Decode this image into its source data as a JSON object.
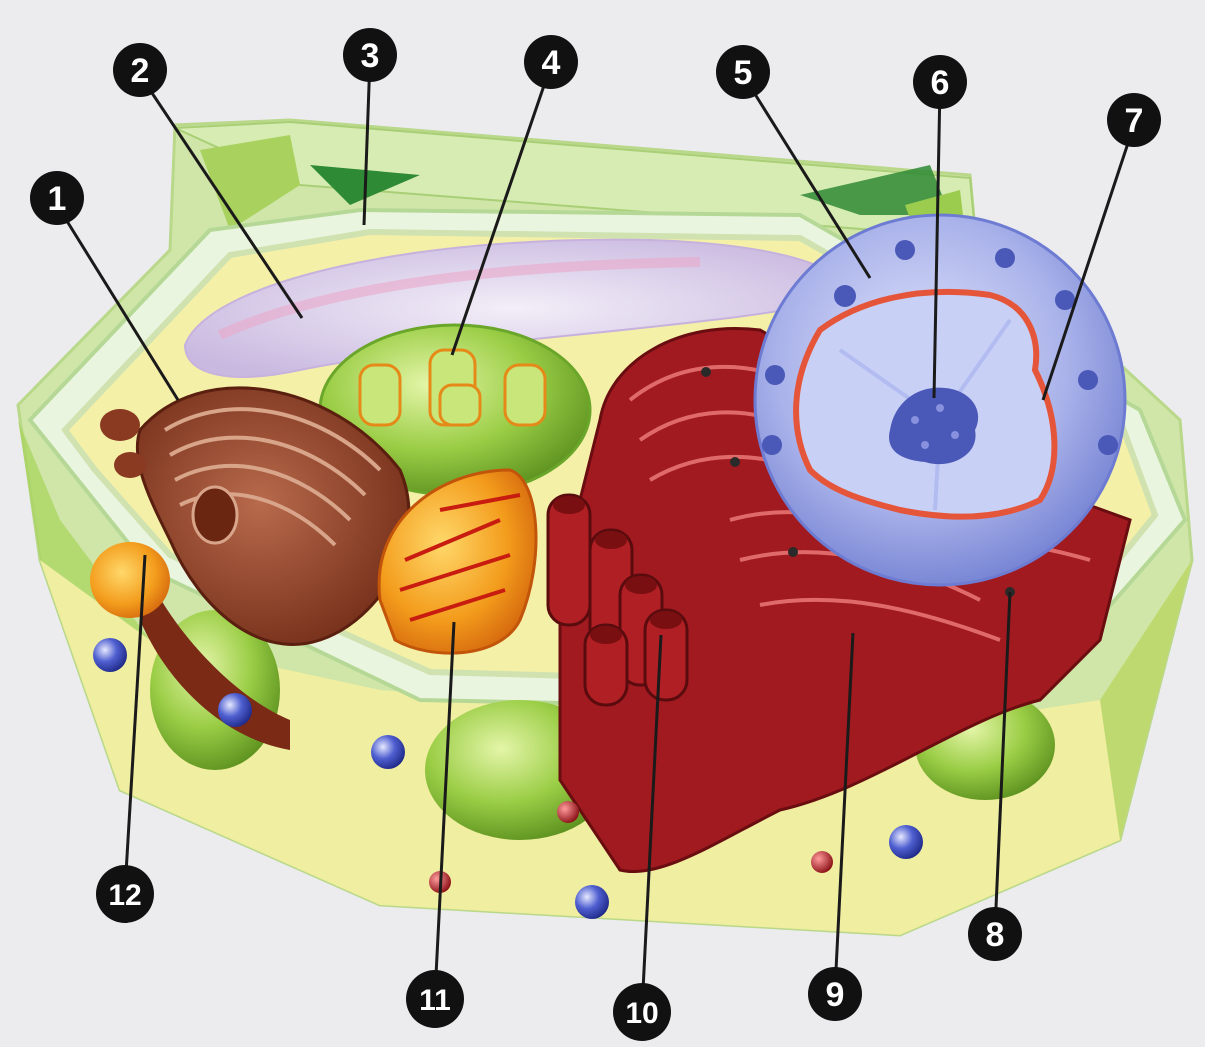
{
  "diagram": {
    "markers": [
      {
        "id": "m1",
        "label": "1"
      },
      {
        "id": "m2",
        "label": "2"
      },
      {
        "id": "m3",
        "label": "3"
      },
      {
        "id": "m4",
        "label": "4"
      },
      {
        "id": "m5",
        "label": "5"
      },
      {
        "id": "m6",
        "label": "6"
      },
      {
        "id": "m7",
        "label": "7"
      },
      {
        "id": "m8",
        "label": "8"
      },
      {
        "id": "m9",
        "label": "9"
      },
      {
        "id": "m10",
        "label": "10"
      },
      {
        "id": "m11",
        "label": "11"
      },
      {
        "id": "m12",
        "label": "12"
      }
    ],
    "colors": {
      "background": "#ececef",
      "cell_wall": "#cfe6a8",
      "cytoplasm": "#f3f0a6",
      "membrane": "#e8f4dc",
      "vacuole": "#d9cde6",
      "chloroplast": "#8cc63f",
      "golgi": "#8b3a22",
      "mitochondrion": "#f09a1a",
      "endoplasmic_reticulum": "#9b1b1f",
      "nucleus": "#a7b0e8",
      "nucleolus": "#4a58b8",
      "marker_fill": "#111111"
    }
  }
}
